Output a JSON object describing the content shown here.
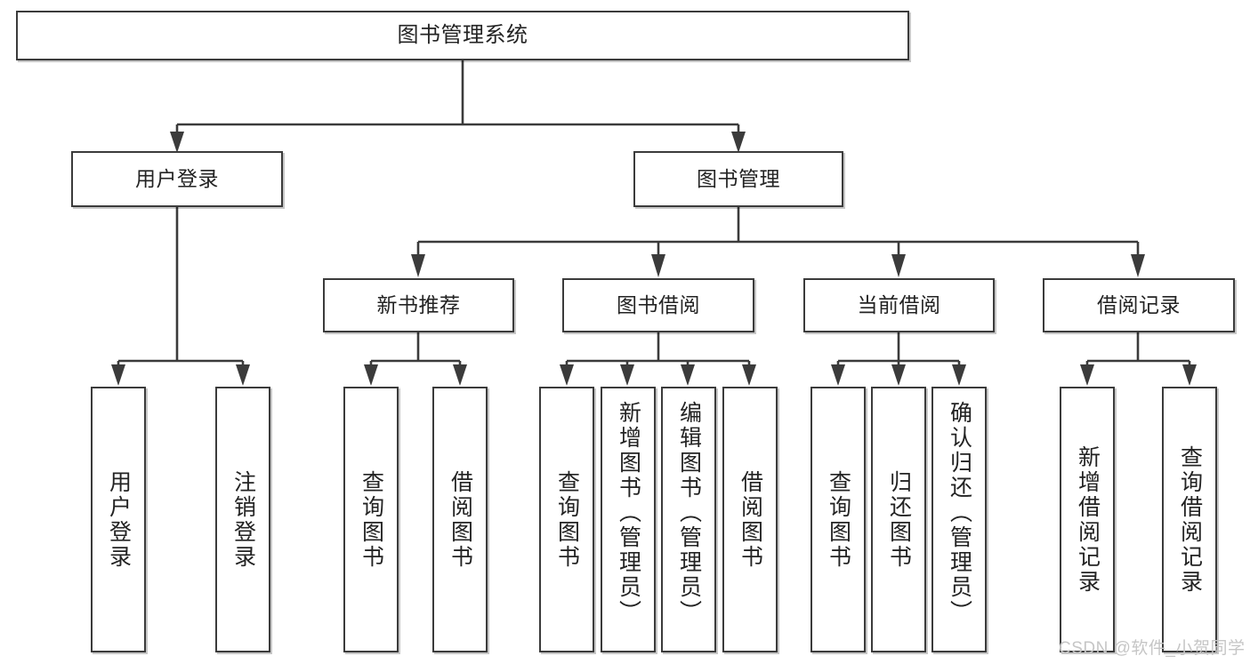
{
  "diagram": {
    "type": "tree-hierarchy",
    "title": "图书管理系统",
    "watermark": "CSDN @软件_小贺同学",
    "colors": {
      "box_border": "#3b3b3b",
      "box_fill": "#ffffff",
      "text": "#232323",
      "connector": "#3b3b3b",
      "watermark": "#c6c6c6"
    },
    "levels": {
      "level1": [
        {
          "id": "root",
          "label": "图书管理系统"
        }
      ],
      "level2": [
        {
          "id": "user-login",
          "label": "用户登录"
        },
        {
          "id": "book-manage",
          "label": "图书管理"
        }
      ],
      "level3": [
        {
          "id": "new-book-recommend",
          "label": "新书推荐"
        },
        {
          "id": "book-borrow",
          "label": "图书借阅"
        },
        {
          "id": "current-borrow",
          "label": "当前借阅"
        },
        {
          "id": "borrow-record",
          "label": "借阅记录"
        }
      ],
      "level4": [
        {
          "id": "leaf-user-login",
          "label": "用户登录",
          "parent": "user-login"
        },
        {
          "id": "leaf-logout-login",
          "label": "注销登录",
          "parent": "user-login"
        },
        {
          "id": "leaf-query-book-1",
          "label": "查询图书",
          "parent": "new-book-recommend"
        },
        {
          "id": "leaf-borrow-book-1",
          "label": "借阅图书",
          "parent": "new-book-recommend"
        },
        {
          "id": "leaf-query-book-2",
          "label": "查询图书",
          "parent": "book-borrow"
        },
        {
          "id": "leaf-add-book",
          "label": "新增图书（管理员）",
          "parent": "book-borrow"
        },
        {
          "id": "leaf-edit-book",
          "label": "编辑图书（管理员）",
          "parent": "book-borrow"
        },
        {
          "id": "leaf-borrow-book-2",
          "label": "借阅图书",
          "parent": "book-borrow"
        },
        {
          "id": "leaf-query-book-3",
          "label": "查询图书",
          "parent": "current-borrow"
        },
        {
          "id": "leaf-return-book",
          "label": "归还图书",
          "parent": "current-borrow"
        },
        {
          "id": "leaf-confirm-return",
          "label": "确认归还（管理员）",
          "parent": "current-borrow"
        },
        {
          "id": "leaf-add-record",
          "label": "新增借阅记录",
          "parent": "borrow-record"
        },
        {
          "id": "leaf-query-record",
          "label": "查询借阅记录",
          "parent": "borrow-record"
        }
      ]
    }
  }
}
